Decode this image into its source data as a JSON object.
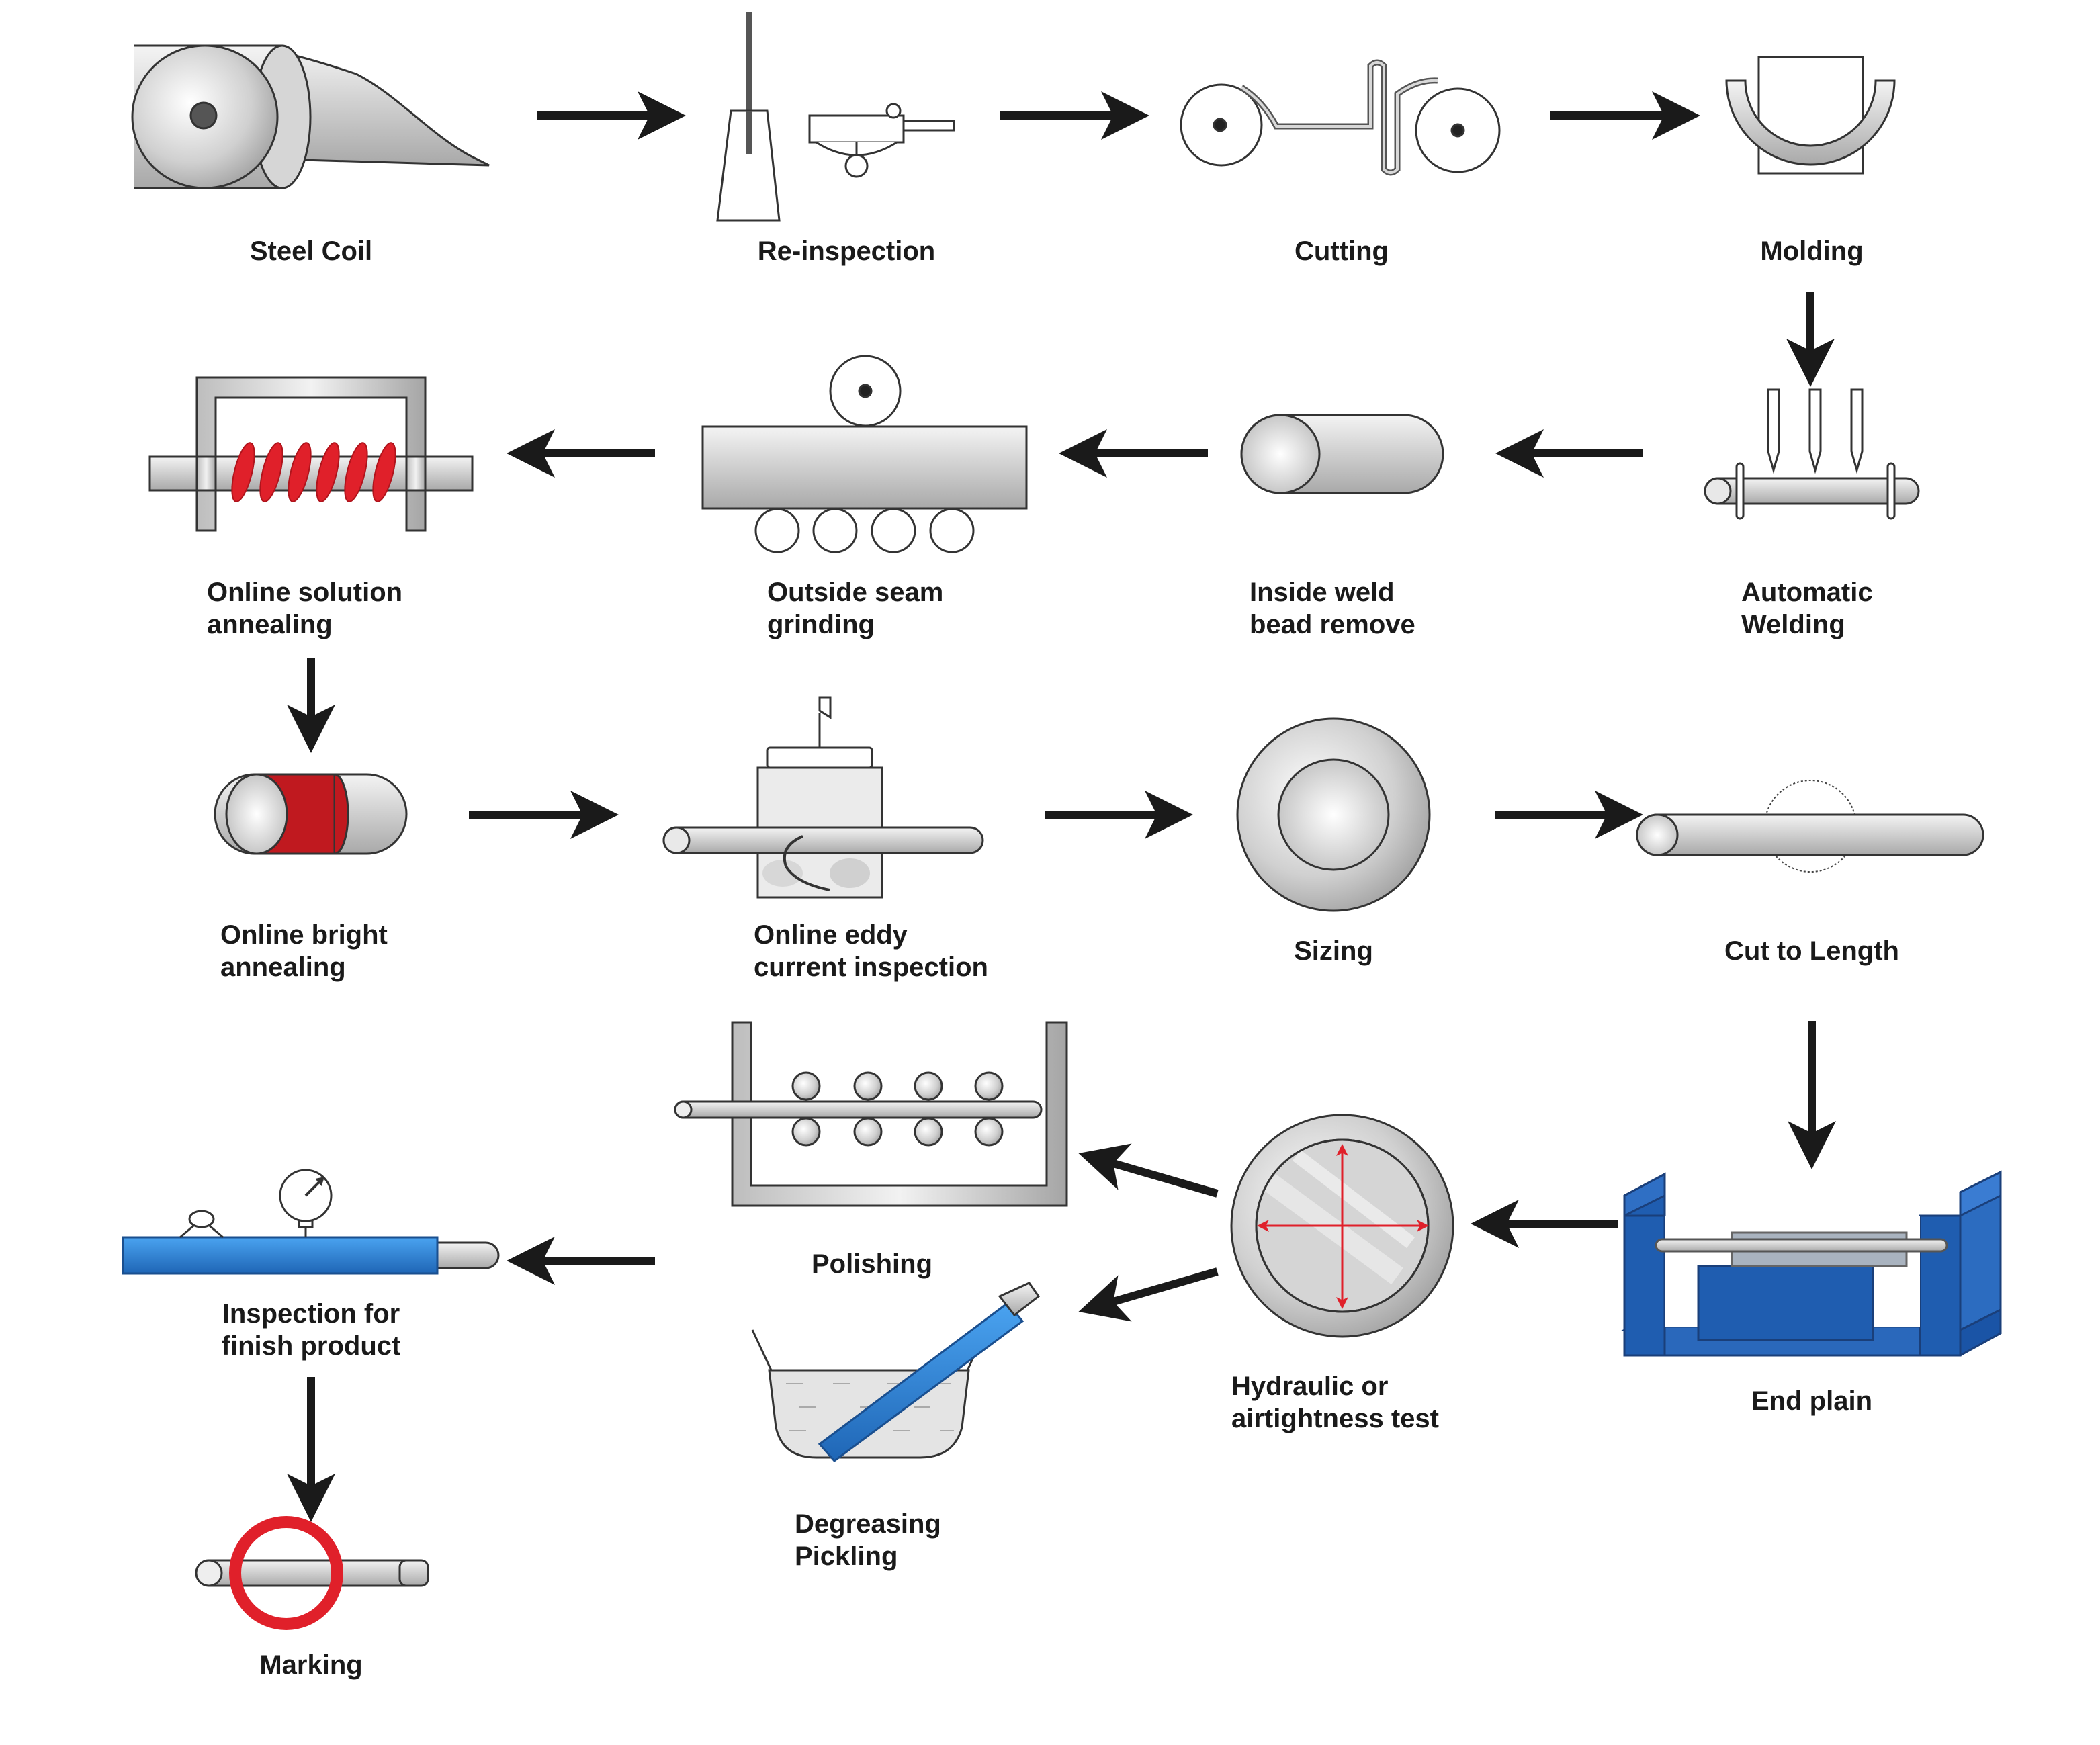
{
  "steps": [
    {
      "id": "steel-coil",
      "lines": [
        "Steel Coil"
      ]
    },
    {
      "id": "re-inspection",
      "lines": [
        "Re-inspection"
      ]
    },
    {
      "id": "cutting",
      "lines": [
        "Cutting"
      ]
    },
    {
      "id": "molding",
      "lines": [
        "Molding"
      ]
    },
    {
      "id": "automatic-welding",
      "lines": [
        "Automatic",
        "Welding"
      ]
    },
    {
      "id": "inside-weld-bead-remove",
      "lines": [
        "Inside weld",
        "bead remove"
      ]
    },
    {
      "id": "outside-seam-grinding",
      "lines": [
        "Outside seam",
        "grinding"
      ]
    },
    {
      "id": "online-solution-annealing",
      "lines": [
        "Online solution",
        "annealing"
      ]
    },
    {
      "id": "online-bright-annealing",
      "lines": [
        "Online bright",
        "annealing"
      ]
    },
    {
      "id": "online-eddy-current-inspection",
      "lines": [
        "Online eddy",
        "current inspection"
      ]
    },
    {
      "id": "sizing",
      "lines": [
        "Sizing"
      ]
    },
    {
      "id": "cut-to-length",
      "lines": [
        "Cut to Length"
      ]
    },
    {
      "id": "end-plain",
      "lines": [
        "End plain"
      ]
    },
    {
      "id": "hydraulic-or-airtightness-test",
      "lines": [
        "Hydraulic or",
        "airtightness test"
      ]
    },
    {
      "id": "polishing",
      "lines": [
        "Polishing"
      ]
    },
    {
      "id": "degreasing-pickling",
      "lines": [
        "Degreasing",
        "Pickling"
      ]
    },
    {
      "id": "inspection-for-finish-product",
      "lines": [
        "Inspection for",
        "finish product"
      ]
    },
    {
      "id": "marking",
      "lines": [
        "Marking"
      ]
    }
  ],
  "edges": [
    {
      "from": "steel-coil",
      "to": "re-inspection"
    },
    {
      "from": "re-inspection",
      "to": "cutting"
    },
    {
      "from": "cutting",
      "to": "molding"
    },
    {
      "from": "molding",
      "to": "automatic-welding"
    },
    {
      "from": "automatic-welding",
      "to": "inside-weld-bead-remove"
    },
    {
      "from": "inside-weld-bead-remove",
      "to": "outside-seam-grinding"
    },
    {
      "from": "outside-seam-grinding",
      "to": "online-solution-annealing"
    },
    {
      "from": "online-solution-annealing",
      "to": "online-bright-annealing"
    },
    {
      "from": "online-bright-annealing",
      "to": "online-eddy-current-inspection"
    },
    {
      "from": "online-eddy-current-inspection",
      "to": "sizing"
    },
    {
      "from": "sizing",
      "to": "cut-to-length"
    },
    {
      "from": "cut-to-length",
      "to": "end-plain"
    },
    {
      "from": "end-plain",
      "to": "hydraulic-or-airtightness-test"
    },
    {
      "from": "hydraulic-or-airtightness-test",
      "to": "polishing"
    },
    {
      "from": "hydraulic-or-airtightness-test",
      "to": "degreasing-pickling"
    },
    {
      "from": "polishing",
      "to": "inspection-for-finish-product"
    },
    {
      "from": "inspection-for-finish-product",
      "to": "marking"
    }
  ],
  "colors": {
    "accent_red": "#e0202a",
    "annealing_red": "#c0191f",
    "pipe_blue": "#2a7fd0",
    "end_plain_blue": "#1f5db0",
    "arrow": "#1a1a1a",
    "outline": "#333333"
  }
}
